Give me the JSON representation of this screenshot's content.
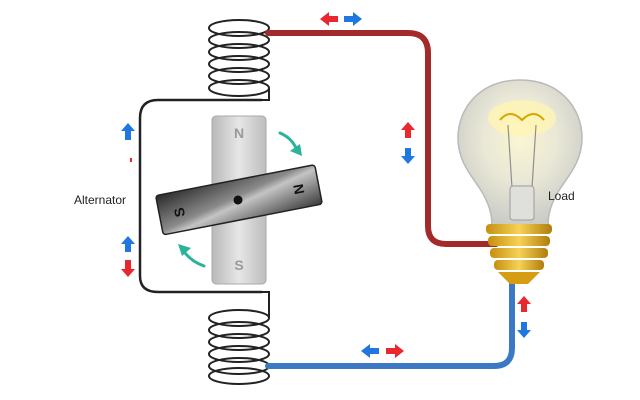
{
  "labels": {
    "alternator": "Alternator",
    "load": "Load"
  },
  "magnet": {
    "fixed_top": "N",
    "fixed_bottom": "S",
    "rotor_left": "S",
    "rotor_right": "N"
  },
  "colors": {
    "positive_wire": "#a32a2a",
    "negative_wire": "#3b79c4",
    "coil_wire": "#222222",
    "arrow_red": "#e8282e",
    "arrow_blue": "#1f78e0",
    "rotation_arrow": "#2bb39a",
    "bulb_base": "#e8b41c"
  },
  "icons": [
    "rotation-arrow-icon",
    "current-arrow-icon",
    "light-bulb-icon",
    "coil-icon",
    "magnet-icon"
  ]
}
